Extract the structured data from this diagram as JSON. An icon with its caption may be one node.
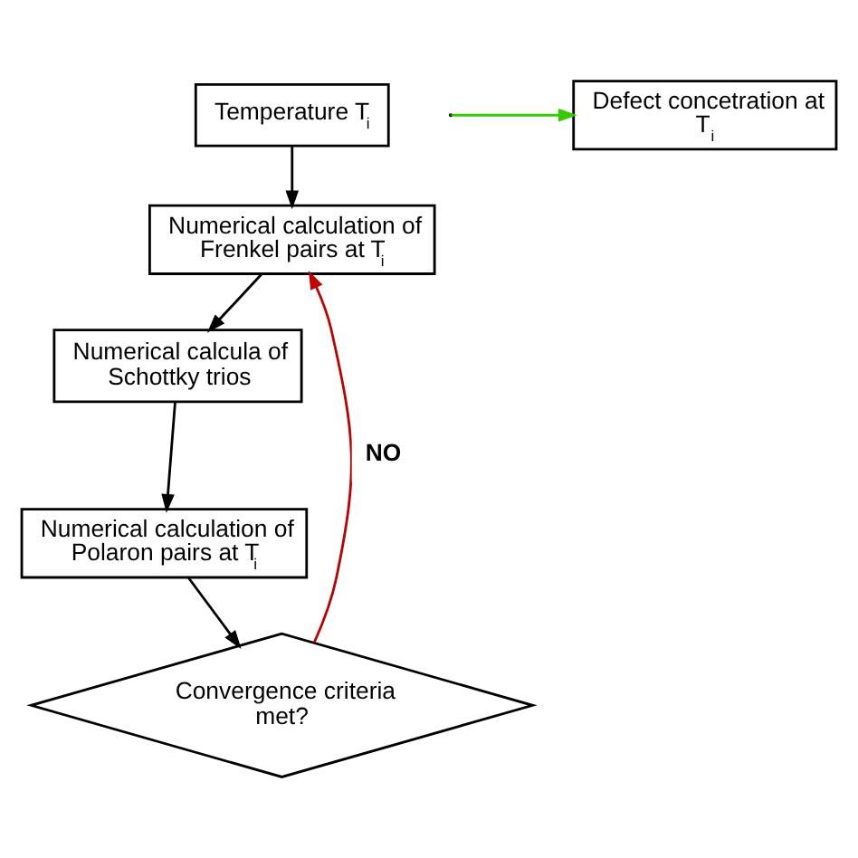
{
  "diagram": {
    "nodes": [
      {
        "text": [
          "Temperature T$_{i}$"
        ]
      },
      {
        "text": [
          "Numerical calculation of Frenkel pairs at T$_{i}$"
        ]
      },
      {
        "text": [
          "Convergence criteria met?"
        ]
      },
      {
        "text": [
          "Numerical calcula of Schottky trios"
        ]
      },
      {
        "text": [
          "Numerical calculation of Polaron pairs at T$_{i}$"
        ]
      },
      {
        "text": [
          "Defect concetration at T$_{i}$"
        ]
      }
    ],
    "edges": [
      {
        "from": 0,
        "to": 1,
        "arrow": "to"
      },
      {
        "from": 1,
        "to": 3,
        "arrow": "to"
      },
      {
        "from": 3,
        "to": 4,
        "arrow": "to"
      },
      {
        "from": 4,
        "to": 2,
        "arrow": "to"
      },
      {
        "from": 2,
        "to": 1,
        "arrow": "to",
        "label": "NO",
        "color": "#c00000"
      },
      {
        "from": null,
        "to": 5,
        "arrow": "to",
        "color": "#33cc00"
      }
    ]
  }
}
